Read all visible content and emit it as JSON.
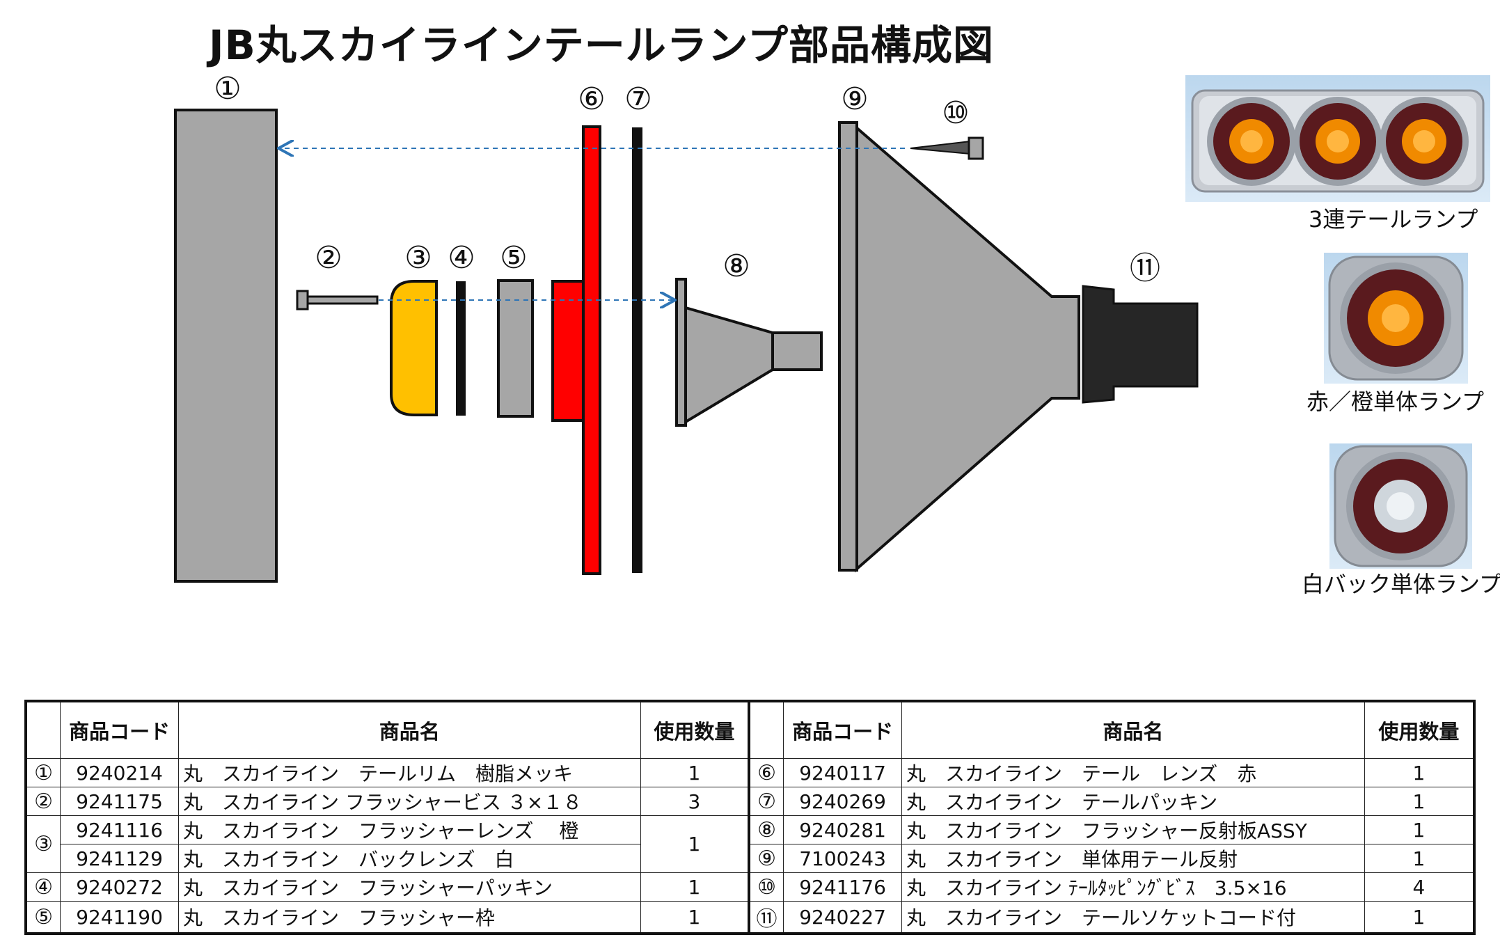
{
  "title": "JB丸スカイラインテールランプ部品構成図",
  "callouts": [
    "①",
    "②",
    "③",
    "④",
    "⑤",
    "⑥",
    "⑦",
    "⑧",
    "⑨",
    "⑩",
    "⑪"
  ],
  "photos": [
    {
      "caption": "3連テールランプ"
    },
    {
      "caption": "赤／橙単体ランプ"
    },
    {
      "caption": "白バック単体ランプ"
    }
  ],
  "table": {
    "headers": {
      "code": "商品コード",
      "name": "商品名",
      "qty": "使用数量"
    },
    "left": [
      {
        "num": "①",
        "code": "9240214",
        "name": "丸　スカイライン　テールリム　樹脂メッキ",
        "qty": "1"
      },
      {
        "num": "②",
        "code": "9241175",
        "name": "丸　スカイライン フラッシャービス ３×１８",
        "qty": "3"
      },
      {
        "num": "③",
        "code": "9241116",
        "name": "丸　スカイライン　フラッシャーレンズ　 橙",
        "qty": "1"
      },
      {
        "num": "",
        "code": "9241129",
        "name": "丸　スカイライン　バックレンズ　白",
        "qty": ""
      },
      {
        "num": "④",
        "code": "9240272",
        "name": "丸　スカイライン　フラッシャーパッキン",
        "qty": "1"
      },
      {
        "num": "⑤",
        "code": "9241190",
        "name": "丸　スカイライン　フラッシャー枠",
        "qty": "1"
      }
    ],
    "right": [
      {
        "num": "⑥",
        "code": "9240117",
        "name": "丸　スカイライン　テール　レンズ　赤",
        "qty": "1"
      },
      {
        "num": "⑦",
        "code": "9240269",
        "name": "丸　スカイライン　テールパッキン",
        "qty": "1"
      },
      {
        "num": "⑧",
        "code": "9240281",
        "name": "丸　スカイライン　フラッシャー反射板ASSY",
        "qty": "1"
      },
      {
        "num": "⑨",
        "code": "7100243",
        "name": "丸　スカイライン　単体用テール反射",
        "qty": "1"
      },
      {
        "num": "⑩",
        "code": "9241176",
        "name": "丸　スカイライン ﾃｰﾙﾀｯﾋﾟﾝｸﾞﾋﾞｽ　3.5×16",
        "qty": "4"
      },
      {
        "num": "⑪",
        "code": "9240227",
        "name": "丸　スカイライン　テールソケットコード付",
        "qty": "1"
      }
    ]
  },
  "colors": {
    "part_gray": "#a6a6a6",
    "lens_red": "#ff0000",
    "flasher_orange": "#ffc000",
    "socket_black": "#262626",
    "arrow_blue": "#2e75b6"
  }
}
